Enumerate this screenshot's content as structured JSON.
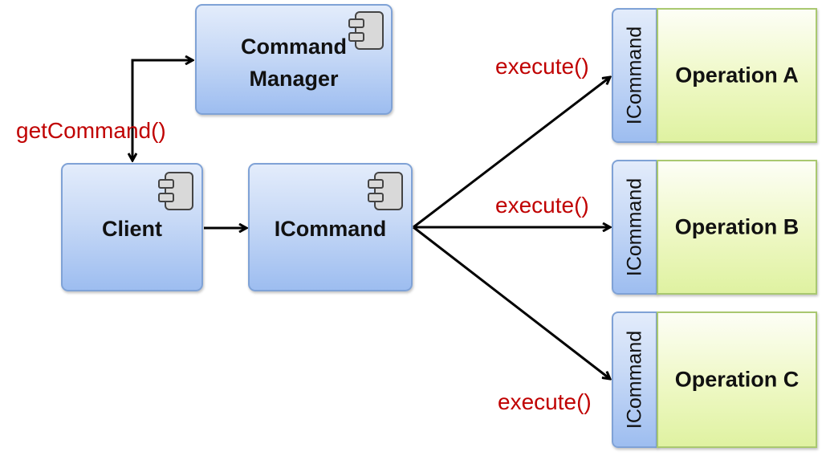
{
  "components": {
    "command_manager": {
      "line1": "Command",
      "line2": "Manager"
    },
    "client": {
      "label": "Client"
    },
    "icommand": {
      "label": "ICommand"
    }
  },
  "operations": [
    {
      "interface": "ICommand",
      "label": "Operation A"
    },
    {
      "interface": "ICommand",
      "label": "Operation B"
    },
    {
      "interface": "ICommand",
      "label": "Operation C"
    }
  ],
  "labels": {
    "get_command": "getCommand()",
    "execute_a": "execute()",
    "execute_b": "execute()",
    "execute_c": "execute()"
  },
  "colors": {
    "component_fill": "#c7d9f6",
    "component_border": "#7fa2d6",
    "operation_fill": "#eef8c4",
    "operation_border": "#a9c870",
    "method_label": "#c00000",
    "arrow": "#000000"
  },
  "icons": {
    "component": "uml-component-icon"
  }
}
